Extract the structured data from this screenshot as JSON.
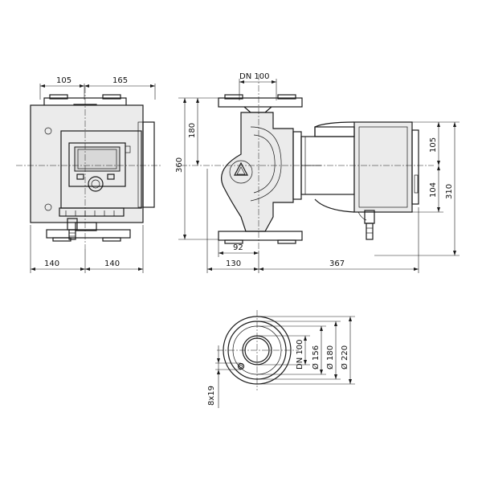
{
  "front_view": {
    "dim_top_left": "105",
    "dim_top_right": "165",
    "dim_bottom_left": "140",
    "dim_bottom_right": "140"
  },
  "side_view": {
    "dim_port": "DN 100",
    "dim_flange_height": "180",
    "dim_total_height": "360",
    "dim_inlet_offset": "92",
    "dim_bottom_left": "130",
    "dim_bottom_right": "367",
    "dim_motor_upper": "105",
    "dim_motor_lower": "104",
    "dim_motor_total": "310"
  },
  "flange_view": {
    "dim_dn": "DN 100",
    "dim_d156": "Ø 156",
    "dim_d180": "Ø 180",
    "dim_d220": "Ø 220",
    "dim_bolts": "8x19"
  }
}
